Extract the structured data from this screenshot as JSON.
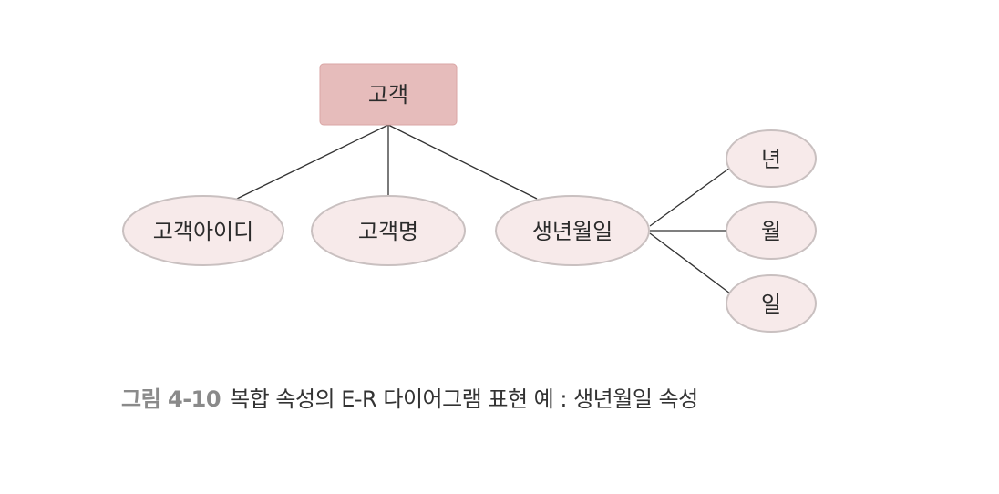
{
  "entity": {
    "label": "고객"
  },
  "attributes": {
    "customer_id": "고객아이디",
    "customer_name": "고객명",
    "birth_date": "생년월일"
  },
  "sub_attributes": {
    "year": "년",
    "month": "월",
    "day": "일"
  },
  "caption": {
    "figure_number": "그림 4-10",
    "text": "복합 속성의 E-R 다이어그램 표현 예 : 생년월일 속성"
  },
  "colors": {
    "entity_fill": "#e6bcbb",
    "attribute_fill": "#f7eaea",
    "attribute_stroke": "#c9c0c0",
    "connector": "#333333"
  }
}
